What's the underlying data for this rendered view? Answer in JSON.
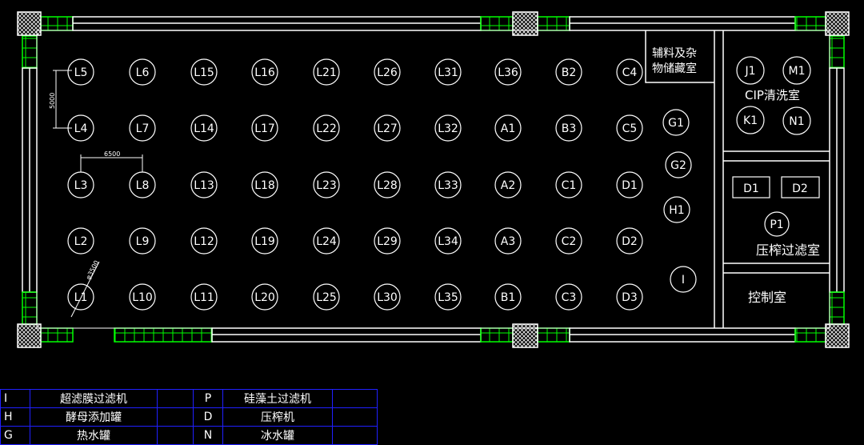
{
  "tanks": [
    [
      "L5",
      "L6",
      "L15",
      "L16",
      "L21",
      "L26",
      "L31",
      "L36",
      "B2",
      "C4"
    ],
    [
      "L4",
      "L7",
      "L14",
      "L17",
      "L22",
      "L27",
      "L32",
      "A1",
      "B3",
      "C5"
    ],
    [
      "L3",
      "L8",
      "L13",
      "L18",
      "L23",
      "L28",
      "L33",
      "A2",
      "C1",
      "D1"
    ],
    [
      "L2",
      "L9",
      "L12",
      "L19",
      "L24",
      "L29",
      "L34",
      "A3",
      "C2",
      "D2"
    ],
    [
      "L1",
      "L10",
      "L11",
      "L20",
      "L25",
      "L30",
      "L35",
      "B1",
      "C3",
      "D3"
    ]
  ],
  "side_tanks": [
    "G1",
    "G2",
    "H1",
    "I"
  ],
  "cip_tanks": [
    "J1",
    "M1",
    "K1",
    "N1"
  ],
  "press_boxes": [
    "D1",
    "D2"
  ],
  "press_tank": "P1",
  "rooms": {
    "storage_line1": "辅料及杂",
    "storage_line2": "物储藏室",
    "cip": "CIP清洗室",
    "press_filter": "压榨过滤室",
    "control": "控制室"
  },
  "dimensions": {
    "vertical": "5000",
    "horizontal": "6500",
    "diameter": "φ3500"
  },
  "legend": [
    {
      "code": "I",
      "name": "超滤膜过滤机",
      "code2": "P",
      "name2": "硅藻土过滤机"
    },
    {
      "code": "H",
      "name": "酵母添加罐",
      "code2": "D",
      "name2": "压榨机"
    },
    {
      "code": "G",
      "name": "热水罐",
      "code2": "N",
      "name2": "冰水罐"
    }
  ],
  "colors": {
    "lines": "#ffffff",
    "walls": "#00ff00",
    "legend_border": "#2020ff"
  }
}
